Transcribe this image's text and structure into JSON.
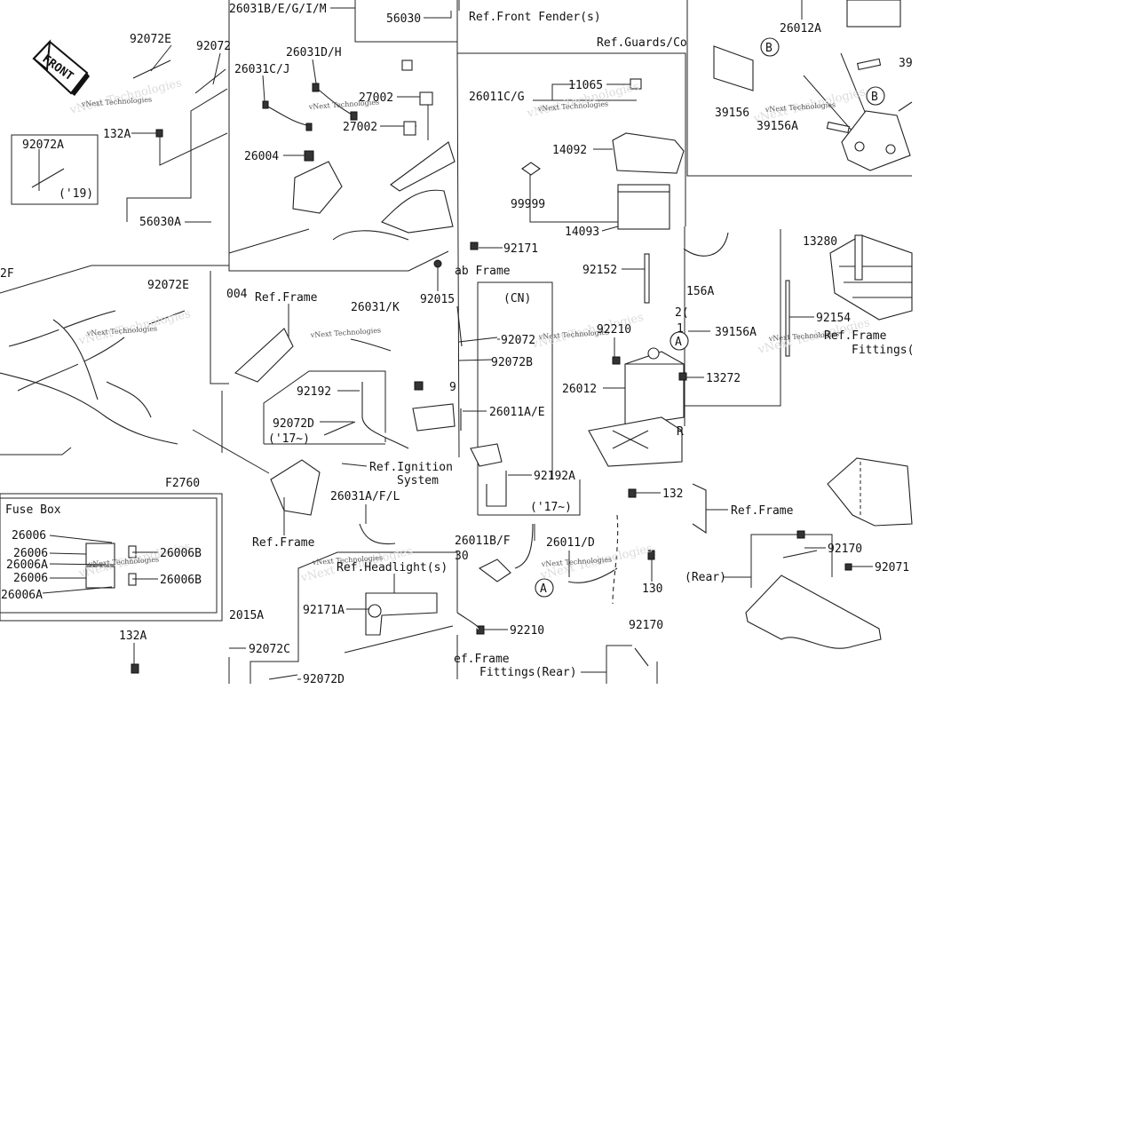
{
  "front_label": "FRONT",
  "figure_code": "F2760",
  "fuse_box_title": "Fuse Box",
  "watermark": "vNext Technologies",
  "callouts": [
    {
      "text": "26031B/E/G/I/M"
    },
    {
      "text": "56030"
    },
    {
      "text": "Ref.Front Fender(s)"
    },
    {
      "text": "Ref.Guards/Co"
    },
    {
      "text": "26012A"
    },
    {
      "text": "92072E"
    },
    {
      "text": "92072"
    },
    {
      "text": "26031D/H"
    },
    {
      "text": "26031C/J"
    },
    {
      "text": "27002"
    },
    {
      "text": "27002"
    },
    {
      "text": "26011C/G"
    },
    {
      "text": "11065"
    },
    {
      "text": "39156"
    },
    {
      "text": "39156A"
    },
    {
      "text": "39"
    },
    {
      "text": "132A"
    },
    {
      "text": "92072A"
    },
    {
      "text": "('19)"
    },
    {
      "text": "26004"
    },
    {
      "text": "14092"
    },
    {
      "text": "99999"
    },
    {
      "text": "56030A"
    },
    {
      "text": "14093"
    },
    {
      "text": "13280"
    },
    {
      "text": "92171"
    },
    {
      "text": "2F"
    },
    {
      "text": "92072E"
    },
    {
      "text": "004"
    },
    {
      "text": "Ref.Frame"
    },
    {
      "text": "92015"
    },
    {
      "text": "ab Frame"
    },
    {
      "text": "92152"
    },
    {
      "text": "(CN)"
    },
    {
      "text": "156A"
    },
    {
      "text": "26031/K"
    },
    {
      "text": "2("
    },
    {
      "text": "92154"
    },
    {
      "text": "92072"
    },
    {
      "text": "92210"
    },
    {
      "text": "1"
    },
    {
      "text": "39156A"
    },
    {
      "text": "Ref.Frame"
    },
    {
      "text": "Fittings("
    },
    {
      "text": "92072B"
    },
    {
      "text": "92192"
    },
    {
      "text": "9"
    },
    {
      "text": "26012"
    },
    {
      "text": "13272"
    },
    {
      "text": "92072D"
    },
    {
      "text": "('17~)"
    },
    {
      "text": "26011A/E"
    },
    {
      "text": "R"
    },
    {
      "text": "Ref.Ignition"
    },
    {
      "text": "System"
    },
    {
      "text": "92192A"
    },
    {
      "text": "26031A/F/L"
    },
    {
      "text": "('17~)"
    },
    {
      "text": "132"
    },
    {
      "text": "Ref.Frame"
    },
    {
      "text": "Ref.Frame"
    },
    {
      "text": "26006"
    },
    {
      "text": "26006"
    },
    {
      "text": "26006A"
    },
    {
      "text": "26006"
    },
    {
      "text": "26006A"
    },
    {
      "text": "26006B"
    },
    {
      "text": "26006B"
    },
    {
      "text": "26011B/F"
    },
    {
      "text": "26011/D"
    },
    {
      "text": "30"
    },
    {
      "text": "92170"
    },
    {
      "text": "92071"
    },
    {
      "text": "Ref.Headlight(s)"
    },
    {
      "text": "(Rear)"
    },
    {
      "text": "130"
    },
    {
      "text": "2015A"
    },
    {
      "text": "92171A"
    },
    {
      "text": "92210"
    },
    {
      "text": "132A"
    },
    {
      "text": "92072C"
    },
    {
      "text": "ef.Frame"
    },
    {
      "text": "Fittings(Rear)"
    },
    {
      "text": "92170"
    },
    {
      "text": "92072D"
    }
  ],
  "markers": [
    "B",
    "B",
    "A",
    "A"
  ]
}
